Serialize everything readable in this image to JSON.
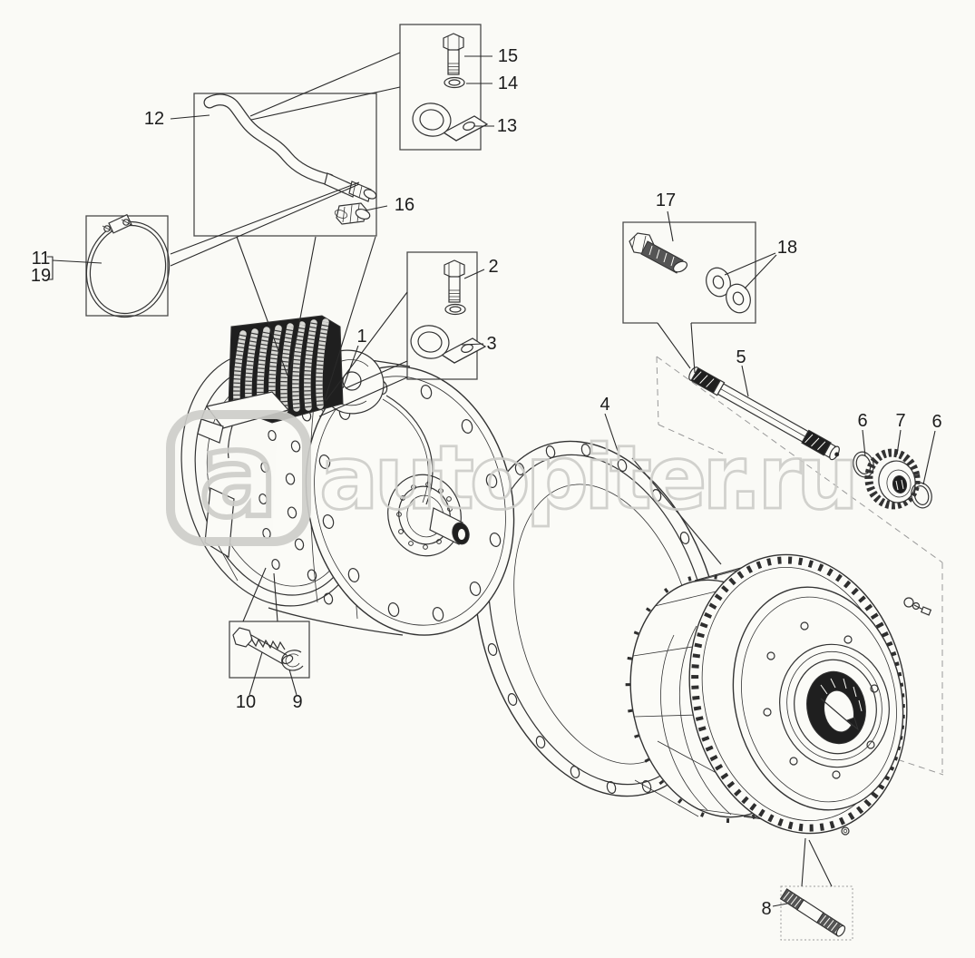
{
  "colors": {
    "background": "#fafaf6",
    "line": "#333333",
    "label_text": "#1c1c1c",
    "watermark": "#cdcdc9",
    "box_border": "#4a4a4a",
    "dashed_border": "#9a9a9a",
    "dark_fill": "#1f1f1f"
  },
  "watermark": {
    "logo_letter": "a",
    "text": "autopiter.ru"
  },
  "callouts": {
    "c1": {
      "label": "1"
    },
    "c2": {
      "label": "2"
    },
    "c3": {
      "label": "3"
    },
    "c4": {
      "label": "4"
    },
    "c5": {
      "label": "5"
    },
    "c6a": {
      "label": "6"
    },
    "c6b": {
      "label": "6"
    },
    "c7": {
      "label": "7"
    },
    "c8": {
      "label": "8"
    },
    "c9": {
      "label": "9"
    },
    "c10": {
      "label": "10"
    },
    "c11": {
      "label": "11"
    },
    "c12": {
      "label": "12"
    },
    "c13": {
      "label": "13"
    },
    "c14": {
      "label": "14"
    },
    "c15": {
      "label": "15"
    },
    "c16": {
      "label": "16"
    },
    "c17": {
      "label": "17"
    },
    "c18": {
      "label": "18"
    },
    "c19": {
      "label": "19"
    }
  }
}
